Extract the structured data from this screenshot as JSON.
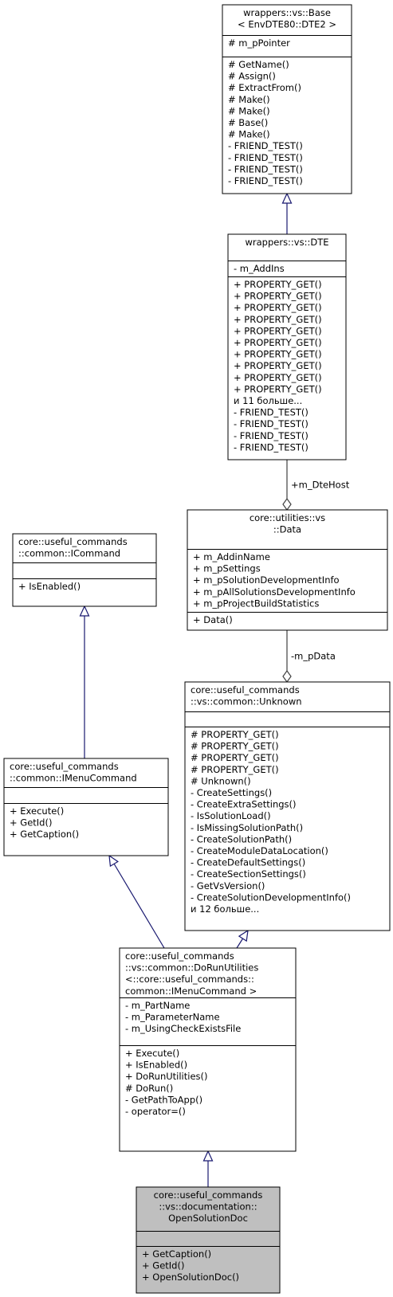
{
  "colors": {
    "edge": "#191970",
    "box_border": "#000000",
    "box_fill": "#ffffff",
    "highlight_fill": "#bfbfbf"
  },
  "classes": {
    "base": {
      "title": [
        "wrappers::vs::Base",
        "< EnvDTE80::DTE2 >"
      ],
      "attributes": [
        "# m_pPointer"
      ],
      "methods": [
        "# GetName()",
        "# Assign()",
        "# ExtractFrom()",
        "# Make()",
        "# Make()",
        "# Base()",
        "# Make()",
        "- FRIEND_TEST()",
        "- FRIEND_TEST()",
        "- FRIEND_TEST()",
        "- FRIEND_TEST()"
      ]
    },
    "dte": {
      "title": [
        "wrappers::vs::DTE"
      ],
      "attributes": [
        "- m_AddIns"
      ],
      "methods": [
        "+ PROPERTY_GET()",
        "+ PROPERTY_GET()",
        "+ PROPERTY_GET()",
        "+ PROPERTY_GET()",
        "+ PROPERTY_GET()",
        "+ PROPERTY_GET()",
        "+ PROPERTY_GET()",
        "+ PROPERTY_GET()",
        "+ PROPERTY_GET()",
        "+ PROPERTY_GET()",
        "и 11 больше...",
        "- FRIEND_TEST()",
        "- FRIEND_TEST()",
        "- FRIEND_TEST()",
        "- FRIEND_TEST()"
      ]
    },
    "data": {
      "title": [
        "core::utilities::vs",
        "::Data"
      ],
      "attributes": [
        "+ m_AddinName",
        "+ m_pSettings",
        "+ m_pSolutionDevelopmentInfo",
        "+ m_pAllSolutionsDevelopmentInfo",
        "+ m_pProjectBuildStatistics"
      ],
      "methods": [
        "+ Data()"
      ]
    },
    "icommand": {
      "title": [
        "core::useful_commands",
        "::common::ICommand"
      ],
      "attributes": [],
      "methods": [
        "+ IsEnabled()"
      ]
    },
    "imenucommand": {
      "title": [
        "core::useful_commands",
        "::common::IMenuCommand"
      ],
      "attributes": [],
      "methods": [
        "+ Execute()",
        "+ GetId()",
        "+ GetCaption()"
      ]
    },
    "unknown": {
      "title": [
        "core::useful_commands",
        "::vs::common::Unknown"
      ],
      "attributes": [],
      "methods": [
        "# PROPERTY_GET()",
        "# PROPERTY_GET()",
        "# PROPERTY_GET()",
        "# PROPERTY_GET()",
        "# Unknown()",
        "- CreateSettings()",
        "- CreateExtraSettings()",
        "- IsSolutionLoad()",
        "- IsMissingSolutionPath()",
        "- CreateSolutionPath()",
        "- CreateModuleDataLocation()",
        "- CreateDefaultSettings()",
        "- CreateSectionSettings()",
        "- GetVsVersion()",
        "- CreateSolutionDevelopmentInfo()",
        "и 12 больше..."
      ]
    },
    "dorun": {
      "title": [
        "core::useful_commands",
        "::vs::common::DoRunUtilities",
        "<::core::useful_commands::",
        "common::IMenuCommand >"
      ],
      "attributes": [
        "- m_PartName",
        "- m_ParameterName",
        "- m_UsingCheckExistsFile"
      ],
      "methods": [
        "+ Execute()",
        "+ IsEnabled()",
        "+ DoRunUtilities()",
        "# DoRun()",
        "- GetPathToApp()",
        "- operator=()"
      ]
    },
    "opensolution": {
      "title": [
        "core::useful_commands",
        "::vs::documentation::",
        "OpenSolutionDoc"
      ],
      "attributes": [],
      "methods": [
        "+ GetCaption()",
        "+ GetId()",
        "+ OpenSolutionDoc()"
      ]
    }
  },
  "edge_labels": {
    "dte_host": "+m_DteHost",
    "p_data": "-m_pData"
  }
}
